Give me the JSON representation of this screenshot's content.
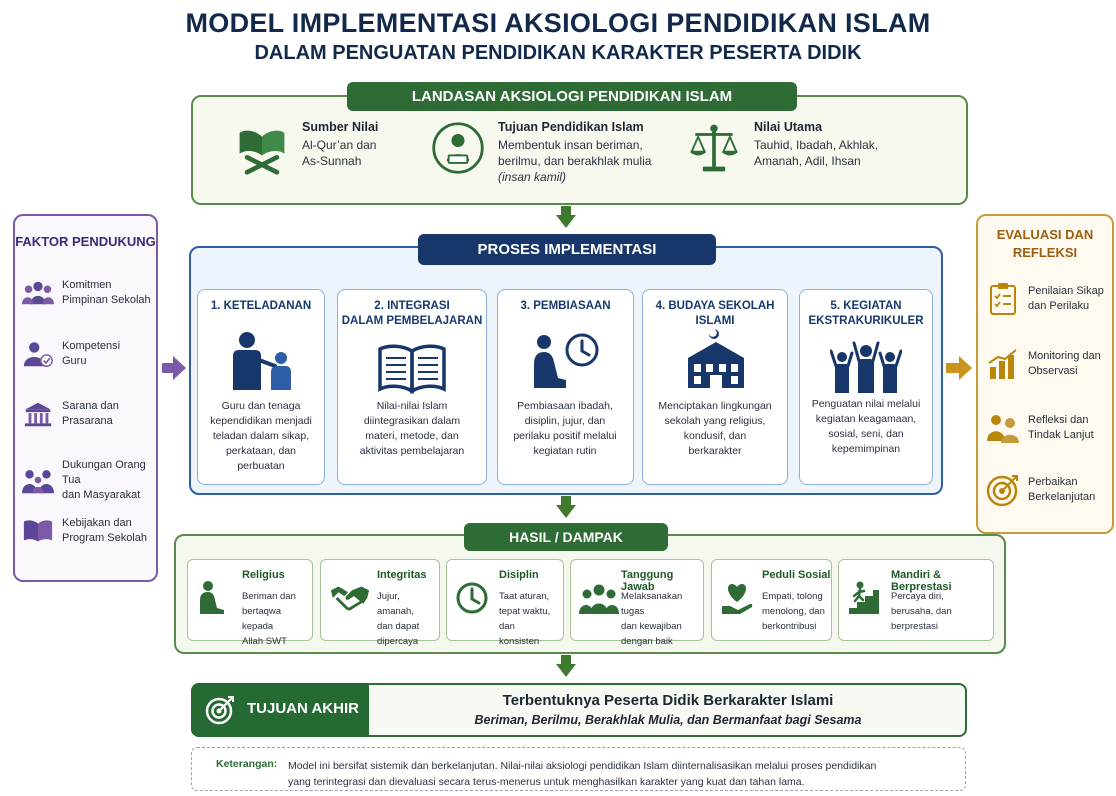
{
  "title": "MODEL IMPLEMENTASI AKSIOLOGI PENDIDIKAN ISLAM",
  "subtitle": "DALAM PENGUATAN PENDIDIKAN KARAKTER PESERTA DIDIK",
  "colors": {
    "navy": "#13294b",
    "green": "#2e6b35",
    "blue": "#17376b",
    "purple": "#7b5aa6",
    "gold": "#c89a3a"
  },
  "landasan": {
    "header": "LANDASAN AKSIOLOGI PENDIDIKAN ISLAM",
    "items": [
      {
        "icon": "quran-book-icon",
        "title": "Sumber Nilai",
        "line1": "Al-Qur’an dan",
        "line2": "As-Sunnah",
        "line3": ""
      },
      {
        "icon": "student-reading-icon",
        "title": "Tujuan Pendidikan Islam",
        "line1": "Membentuk insan beriman,",
        "line2": "berilmu, dan berakhlak mulia",
        "line3": "(insan kamil)"
      },
      {
        "icon": "scales-icon",
        "title": "Nilai Utama",
        "line1": "Tauhid, Ibadah, Akhlak,",
        "line2": "Amanah, Adil, Ihsan",
        "line3": ""
      }
    ]
  },
  "faktor": {
    "header": "FAKTOR PENDUKUNG",
    "items": [
      {
        "icon": "people-group-icon",
        "line1": "Komitmen",
        "line2": "Pimpinan Sekolah"
      },
      {
        "icon": "teacher-check-icon",
        "line1": "Kompetensi",
        "line2": "Guru"
      },
      {
        "icon": "building-icon",
        "line1": "Sarana dan",
        "line2": "Prasarana"
      },
      {
        "icon": "family-icon",
        "line1": "Dukungan Orang Tua",
        "line2": "dan Masyarakat"
      },
      {
        "icon": "open-book-icon",
        "line1": "Kebijakan dan",
        "line2": "Program Sekolah"
      }
    ]
  },
  "evaluasi": {
    "header1": "EVALUASI DAN",
    "header2": "REFLEKSI",
    "items": [
      {
        "icon": "clipboard-check-icon",
        "line1": "Penilaian Sikap",
        "line2": "dan Perilaku"
      },
      {
        "icon": "bar-chart-icon",
        "line1": "Monitoring dan",
        "line2": "Observasi"
      },
      {
        "icon": "discussion-icon",
        "line1": "Refleksi dan",
        "line2": "Tindak Lanjut"
      },
      {
        "icon": "target-icon",
        "line1": "Perbaikan",
        "line2": "Berkelanjutan"
      }
    ]
  },
  "proses": {
    "header": "PROSES IMPLEMENTASI",
    "cards": [
      {
        "icon": "teacher-student-icon",
        "title1": "1. KETELADANAN",
        "title2": "",
        "lines": [
          "Guru dan tenaga",
          "kependidikan menjadi",
          "teladan dalam sikap,",
          "perkataan, dan",
          "perbuatan"
        ]
      },
      {
        "icon": "open-book-icon",
        "title1": "2. INTEGRASI",
        "title2": "DALAM PEMBELAJARAN",
        "lines": [
          "Nilai-nilai Islam",
          "diintegrasikan dalam",
          "materi, metode, dan",
          "aktivitas pembelajaran"
        ]
      },
      {
        "icon": "prayer-clock-icon",
        "title1": "3. PEMBIASAAN",
        "title2": "",
        "lines": [
          "Pembiasaan ibadah,",
          "disiplin, jujur, dan",
          "perilaku positif melalui",
          "kegiatan rutin"
        ]
      },
      {
        "icon": "school-mosque-icon",
        "title1": "4. BUDAYA SEKOLAH",
        "title2": "ISLAMI",
        "lines": [
          "Menciptakan lingkungan",
          "sekolah yang religius,",
          "kondusif, dan",
          "berkarakter"
        ]
      },
      {
        "icon": "students-cheering-icon",
        "title1": "5. KEGIATAN",
        "title2": "EKSTRAKURIKULER",
        "lines": [
          "Penguatan nilai melalui",
          "kegiatan keagamaan,",
          "sosial, seni, dan",
          "kepemimpinan"
        ]
      }
    ]
  },
  "hasil": {
    "header": "HASIL / DAMPAK",
    "cards": [
      {
        "icon": "praying-person-icon",
        "title": "Religius",
        "lines": [
          "Beriman dan",
          "bertaqwa kepada",
          "Allah SWT"
        ]
      },
      {
        "icon": "handshake-icon",
        "title": "Integritas",
        "lines": [
          "Jujur, amanah,",
          "dan dapat",
          "dipercaya"
        ]
      },
      {
        "icon": "clock-icon",
        "title": "Disiplin",
        "lines": [
          "Taat aturan,",
          "tepat waktu, dan",
          "konsisten"
        ]
      },
      {
        "icon": "team-icon",
        "title": "Tanggung Jawab",
        "lines": [
          "Melaksanakan tugas",
          "dan kewajiban",
          "dengan baik"
        ]
      },
      {
        "icon": "heart-hand-icon",
        "title": "Peduli Sosial",
        "lines": [
          "Empati, tolong",
          "menolong, dan",
          "berkontribusi"
        ]
      },
      {
        "icon": "climbing-stairs-icon",
        "title": "Mandiri & Berprestasi",
        "lines": [
          "Percaya diri,",
          "berusaha, dan",
          "berprestasi"
        ]
      }
    ]
  },
  "tujuan": {
    "icon": "target-icon",
    "label": "TUJUAN AKHIR",
    "title": "Terbentuknya Peserta Didik Berkarakter Islami",
    "subtitle": "Beriman, Berilmu, Berakhlak Mulia, dan Bermanfaat bagi Sesama"
  },
  "keterangan": {
    "label": "Keterangan:",
    "line1": "Model ini bersifat sistemik dan berkelanjutan. Nilai-nilai aksiologi pendidikan Islam diinternalisasikan melalui proses pendidikan",
    "line2": "yang terintegrasi dan dievaluasi secara terus-menerus untuk menghasilkan karakter yang kuat dan tahan lama."
  }
}
